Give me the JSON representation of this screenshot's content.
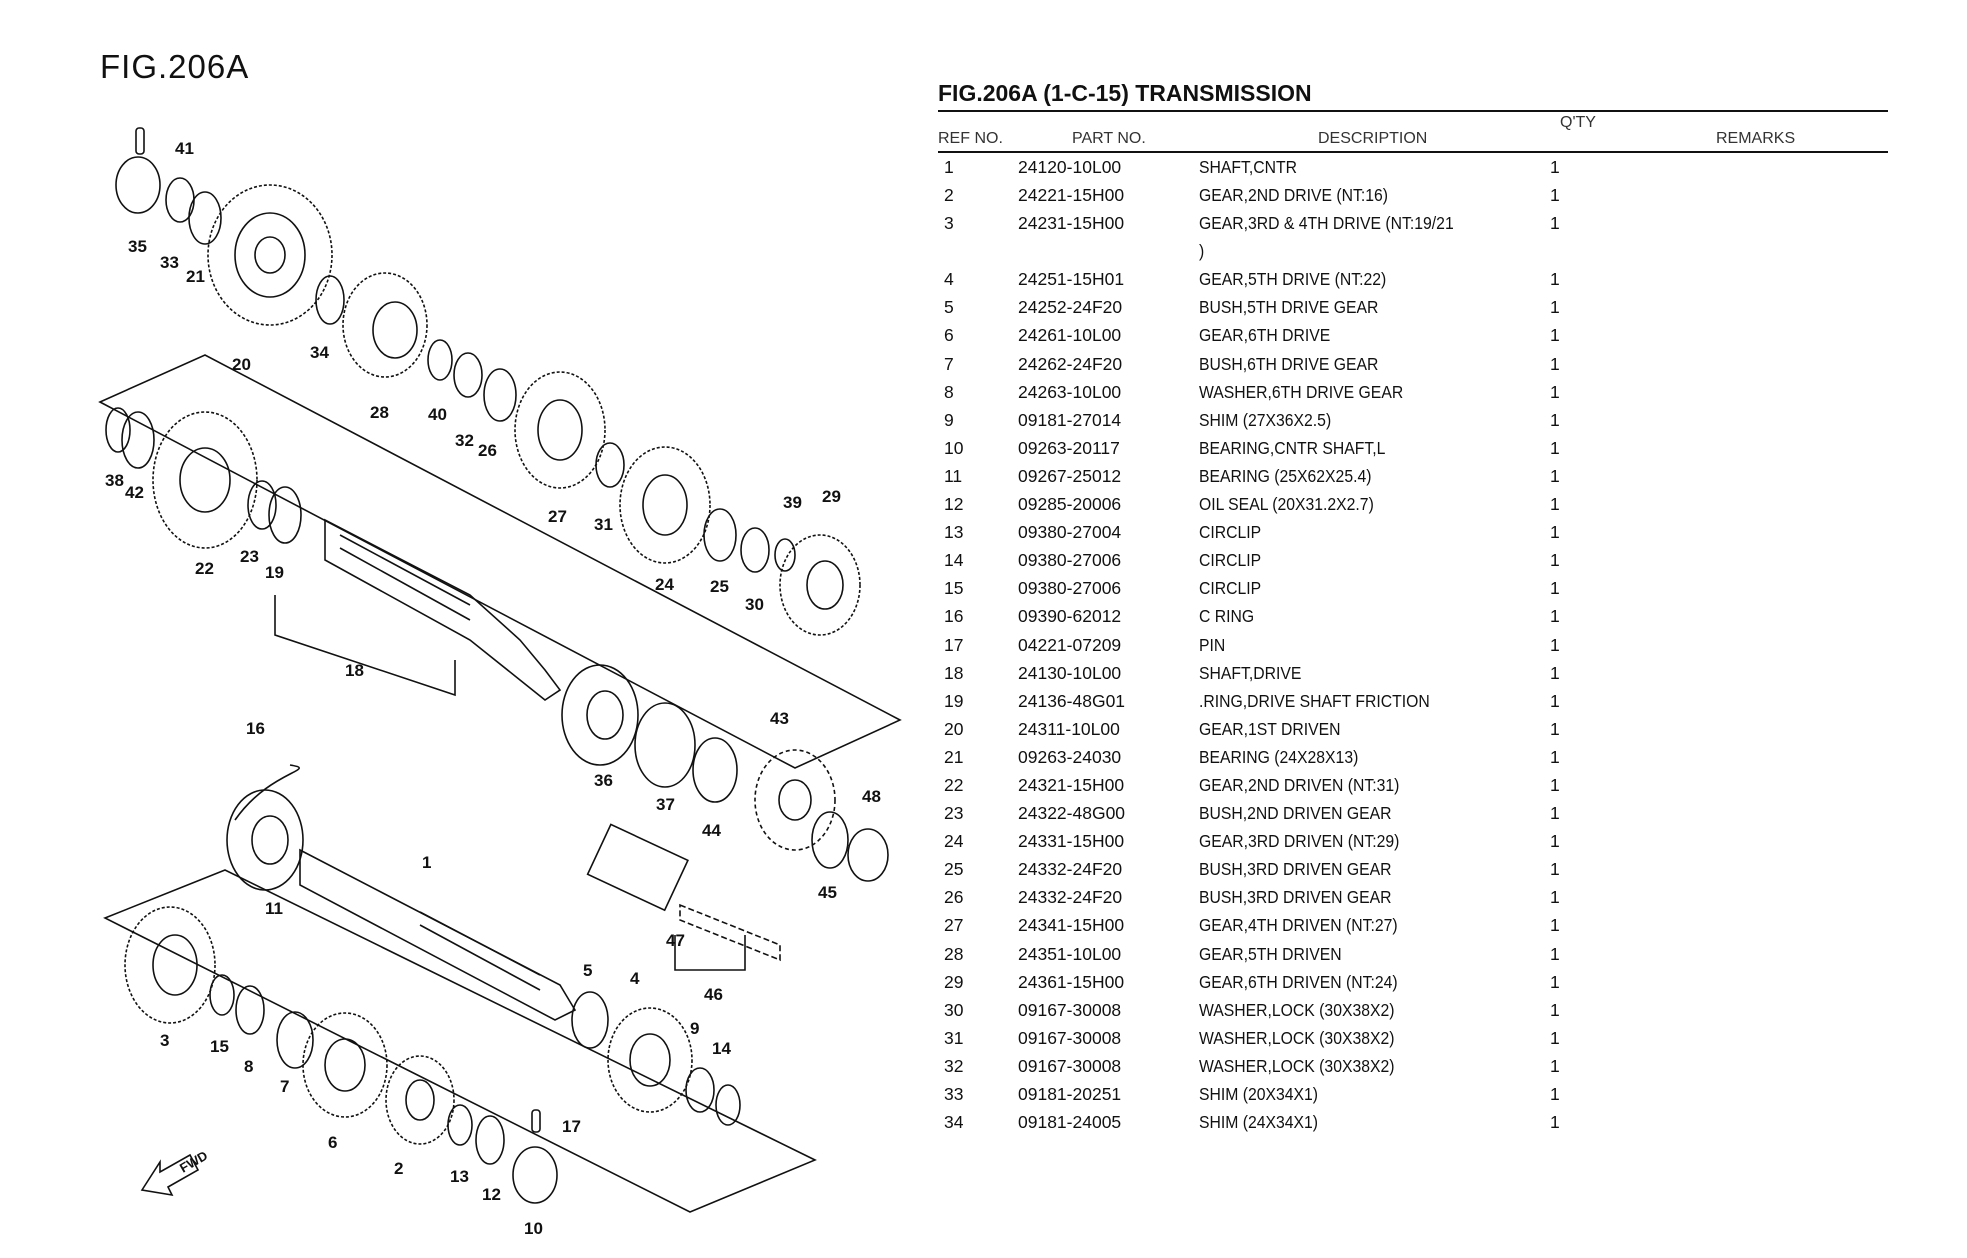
{
  "figure_label": "FIG.206A",
  "table": {
    "title": "FIG.206A (1-C-15) TRANSMISSION",
    "headers": {
      "ref": "REF NO.",
      "part": "PART NO.",
      "description": "DESCRIPTION",
      "qty": "Q'TY",
      "remarks": "REMARKS"
    },
    "rows": [
      {
        "ref": "1",
        "part": "24120-10L00",
        "desc": "SHAFT,CNTR",
        "qty": "1"
      },
      {
        "ref": "2",
        "part": "24221-15H00",
        "desc": "GEAR,2ND DRIVE (NT:16)",
        "qty": "1"
      },
      {
        "ref": "3",
        "part": "24231-15H00",
        "desc": "GEAR,3RD & 4TH DRIVE (NT:19/21",
        "qty": "1",
        "cont": ")"
      },
      {
        "ref": "4",
        "part": "24251-15H01",
        "desc": "GEAR,5TH DRIVE (NT:22)",
        "qty": "1"
      },
      {
        "ref": "5",
        "part": "24252-24F20",
        "desc": "BUSH,5TH DRIVE GEAR",
        "qty": "1"
      },
      {
        "ref": "6",
        "part": "24261-10L00",
        "desc": "GEAR,6TH DRIVE",
        "qty": "1"
      },
      {
        "ref": "7",
        "part": "24262-24F20",
        "desc": "BUSH,6TH DRIVE GEAR",
        "qty": "1"
      },
      {
        "ref": "8",
        "part": "24263-10L00",
        "desc": "WASHER,6TH DRIVE GEAR",
        "qty": "1"
      },
      {
        "ref": "9",
        "part": "09181-27014",
        "desc": "SHIM (27X36X2.5)",
        "qty": "1"
      },
      {
        "ref": "10",
        "part": "09263-20117",
        "desc": "BEARING,CNTR SHAFT,L",
        "qty": "1"
      },
      {
        "ref": "11",
        "part": "09267-25012",
        "desc": "BEARING (25X62X25.4)",
        "qty": "1"
      },
      {
        "ref": "12",
        "part": "09285-20006",
        "desc": "OIL SEAL (20X31.2X2.7)",
        "qty": "1"
      },
      {
        "ref": "13",
        "part": "09380-27004",
        "desc": "CIRCLIP",
        "qty": "1"
      },
      {
        "ref": "14",
        "part": "09380-27006",
        "desc": "CIRCLIP",
        "qty": "1"
      },
      {
        "ref": "15",
        "part": "09380-27006",
        "desc": "CIRCLIP",
        "qty": "1"
      },
      {
        "ref": "16",
        "part": "09390-62012",
        "desc": "C RING",
        "qty": "1"
      },
      {
        "ref": "17",
        "part": "04221-07209",
        "desc": "PIN",
        "qty": "1"
      },
      {
        "ref": "18",
        "part": "24130-10L00",
        "desc": "SHAFT,DRIVE",
        "qty": "1"
      },
      {
        "ref": "19",
        "part": "24136-48G01",
        "desc": ".RING,DRIVE SHAFT FRICTION",
        "qty": "1"
      },
      {
        "ref": "20",
        "part": "24311-10L00",
        "desc": "GEAR,1ST DRIVEN",
        "qty": "1"
      },
      {
        "ref": "21",
        "part": "09263-24030",
        "desc": "BEARING (24X28X13)",
        "qty": "1"
      },
      {
        "ref": "22",
        "part": "24321-15H00",
        "desc": "GEAR,2ND DRIVEN (NT:31)",
        "qty": "1"
      },
      {
        "ref": "23",
        "part": "24322-48G00",
        "desc": "BUSH,2ND DRIVEN GEAR",
        "qty": "1"
      },
      {
        "ref": "24",
        "part": "24331-15H00",
        "desc": "GEAR,3RD DRIVEN (NT:29)",
        "qty": "1"
      },
      {
        "ref": "25",
        "part": "24332-24F20",
        "desc": "BUSH,3RD DRIVEN GEAR",
        "qty": "1"
      },
      {
        "ref": "26",
        "part": "24332-24F20",
        "desc": "BUSH,3RD DRIVEN GEAR",
        "qty": "1"
      },
      {
        "ref": "27",
        "part": "24341-15H00",
        "desc": "GEAR,4TH DRIVEN (NT:27)",
        "qty": "1"
      },
      {
        "ref": "28",
        "part": "24351-10L00",
        "desc": "GEAR,5TH DRIVEN",
        "qty": "1"
      },
      {
        "ref": "29",
        "part": "24361-15H00",
        "desc": "GEAR,6TH DRIVEN (NT:24)",
        "qty": "1"
      },
      {
        "ref": "30",
        "part": "09167-30008",
        "desc": "WASHER,LOCK (30X38X2)",
        "qty": "1"
      },
      {
        "ref": "31",
        "part": "09167-30008",
        "desc": "WASHER,LOCK (30X38X2)",
        "qty": "1"
      },
      {
        "ref": "32",
        "part": "09167-30008",
        "desc": "WASHER,LOCK (30X38X2)",
        "qty": "1"
      },
      {
        "ref": "33",
        "part": "09181-20251",
        "desc": "SHIM (20X34X1)",
        "qty": "1"
      },
      {
        "ref": "34",
        "part": "09181-24005",
        "desc": "SHIM (24X34X1)",
        "qty": "1"
      }
    ]
  },
  "diagram": {
    "callouts": [
      {
        "n": "41"
      },
      {
        "n": "35"
      },
      {
        "n": "33"
      },
      {
        "n": "21"
      },
      {
        "n": "20"
      },
      {
        "n": "34"
      },
      {
        "n": "28"
      },
      {
        "n": "40"
      },
      {
        "n": "32"
      },
      {
        "n": "26"
      },
      {
        "n": "38"
      },
      {
        "n": "42"
      },
      {
        "n": "22"
      },
      {
        "n": "23"
      },
      {
        "n": "19"
      },
      {
        "n": "27"
      },
      {
        "n": "31"
      },
      {
        "n": "24"
      },
      {
        "n": "25"
      },
      {
        "n": "30"
      },
      {
        "n": "39"
      },
      {
        "n": "29"
      },
      {
        "n": "18"
      },
      {
        "n": "36"
      },
      {
        "n": "37"
      },
      {
        "n": "43"
      },
      {
        "n": "44"
      },
      {
        "n": "48"
      },
      {
        "n": "45"
      },
      {
        "n": "16"
      },
      {
        "n": "11"
      },
      {
        "n": "1"
      },
      {
        "n": "47"
      },
      {
        "n": "46"
      },
      {
        "n": "5"
      },
      {
        "n": "4"
      },
      {
        "n": "9"
      },
      {
        "n": "14"
      },
      {
        "n": "3"
      },
      {
        "n": "15"
      },
      {
        "n": "8"
      },
      {
        "n": "7"
      },
      {
        "n": "6"
      },
      {
        "n": "2"
      },
      {
        "n": "13"
      },
      {
        "n": "17"
      },
      {
        "n": "12"
      },
      {
        "n": "10"
      }
    ],
    "fwd_label": "FWD"
  }
}
